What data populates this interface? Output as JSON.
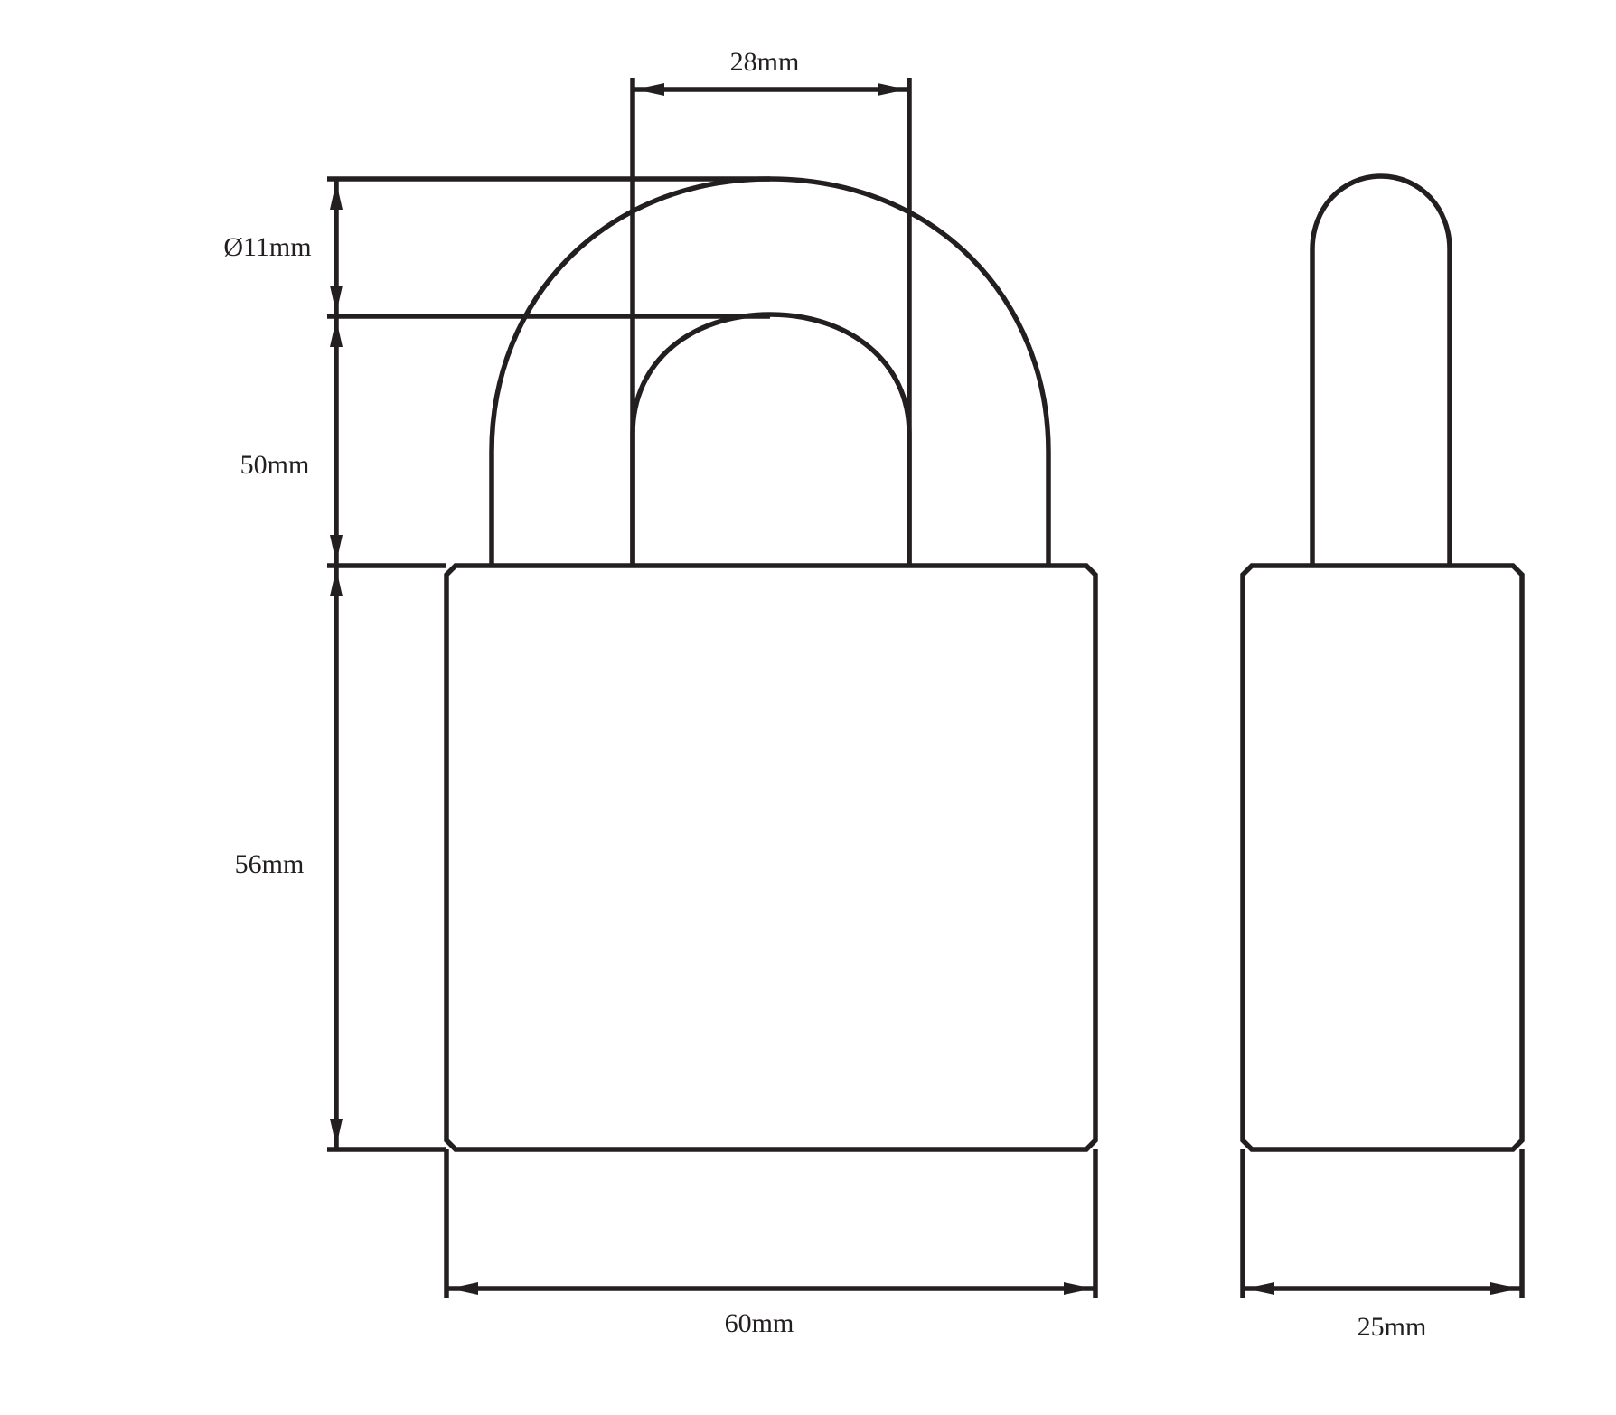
{
  "dimensions": {
    "shackle_inner_width": "28mm",
    "shackle_diameter": "Ø11mm",
    "shackle_clearance": "50mm",
    "body_height": "56mm",
    "body_width": "60mm",
    "body_thickness": "25mm"
  },
  "colors": {
    "line": "#231f20",
    "background": "#ffffff"
  }
}
